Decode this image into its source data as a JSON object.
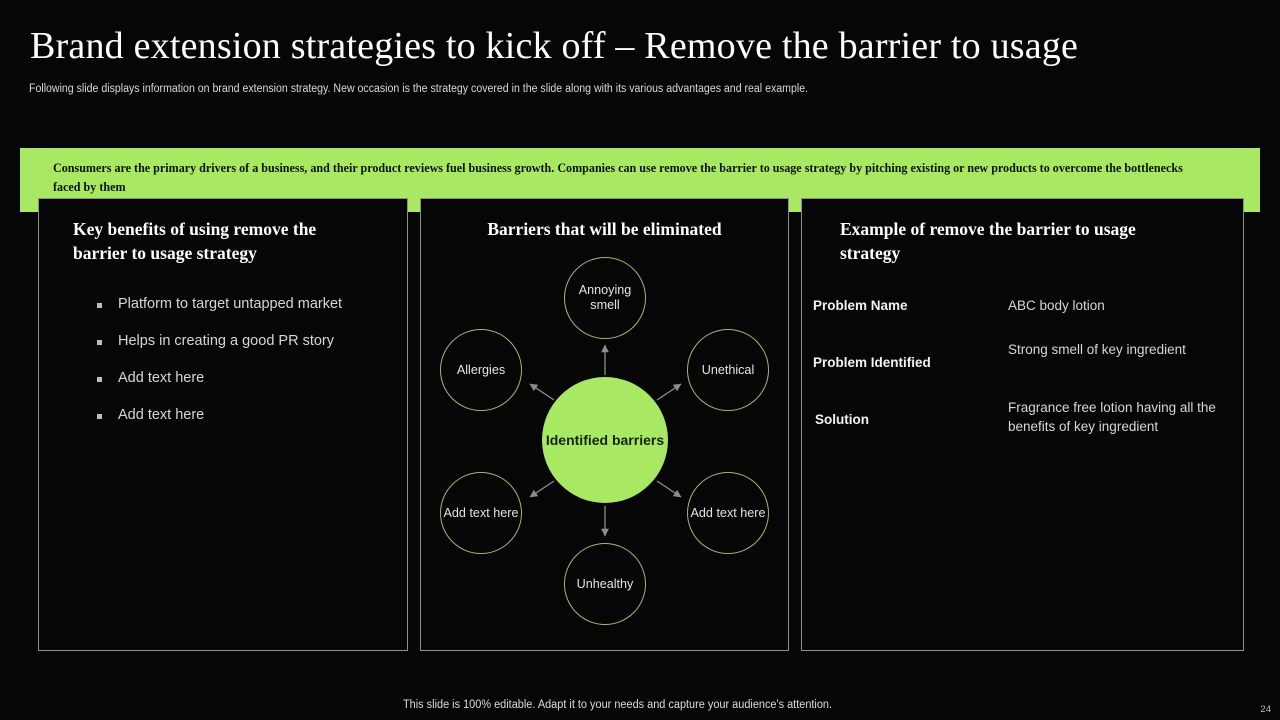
{
  "header": {
    "title": "Brand extension strategies to kick off – Remove the barrier to usage",
    "subtitle": "Following slide displays information on brand extension strategy. New occasion is the strategy covered in the slide along with its various advantages and real example."
  },
  "banner": {
    "text": "Consumers are the primary drivers of a business, and their product reviews fuel business growth. Companies can use remove the barrier to usage strategy by pitching existing or new products to overcome the bottlenecks faced by them",
    "background_color": "#a9e862",
    "text_color": "#0c1405"
  },
  "panels": {
    "left": {
      "title": "Key benefits of using remove the barrier to usage strategy",
      "bullets": [
        "Platform to target untapped market",
        "Helps in creating a good PR story",
        "Add text here",
        "Add text here"
      ]
    },
    "middle": {
      "title": "Barriers that will be eliminated",
      "center_node": "Identified barriers",
      "center_color": "#a9e862",
      "node_stroke_color": "#9bbd6a",
      "nodes": [
        {
          "id": "annoying",
          "label": "Annoying smell"
        },
        {
          "id": "allergies",
          "label": "Allergies"
        },
        {
          "id": "unethical",
          "label": "Unethical"
        },
        {
          "id": "add-left",
          "label": "Add text here"
        },
        {
          "id": "add-right",
          "label": "Add text here"
        },
        {
          "id": "unhealthy",
          "label": "Unhealthy"
        }
      ]
    },
    "right": {
      "title": "Example of remove the barrier to usage strategy",
      "rows": [
        {
          "key": "Problem Name",
          "value": "ABC body lotion"
        },
        {
          "key": "Problem Identified",
          "value": "Strong smell of key ingredient"
        },
        {
          "key": "Solution",
          "value": "Fragrance free lotion having all the benefits of key ingredient"
        }
      ]
    }
  },
  "footer": {
    "note": "This slide is 100% editable. Adapt it to your needs and capture your audience's attention.",
    "page_number": "24"
  }
}
